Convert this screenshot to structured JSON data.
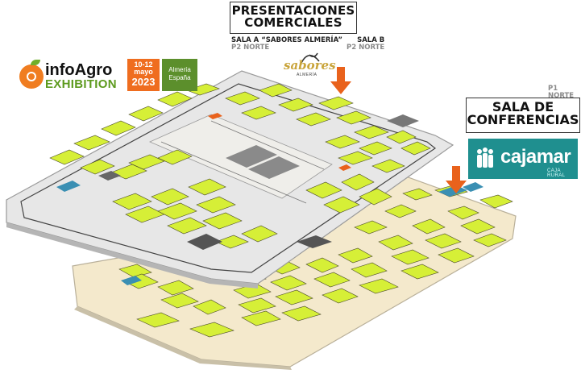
{
  "header": {
    "presentaciones_line1": "PRESENTACIONES",
    "presentaciones_line2": "COMERCIALES",
    "sala_a": "SALA A “SABORES ALMERÍA”",
    "sala_a_floor": "P2 NORTE",
    "sala_b": "SALA B",
    "sala_b_floor": "P2 NORTE",
    "p1_norte": "P1 NORTE",
    "conferencias_line1": "SALA DE",
    "conferencias_line2": "CONFERENCIAS"
  },
  "logo": {
    "name": "infoAgro",
    "sub": "EXHIBITION",
    "dates": "10-12",
    "month": "mayo",
    "year": "2023",
    "city": "Almería",
    "country": "España"
  },
  "sponsors": {
    "sabores": "sabores",
    "sabores_sub": "ALMERÍA",
    "cajamar": "cajamar",
    "cajamar_sub": "CAJA RURAL"
  },
  "colors": {
    "stand_green": "#d6ef37",
    "floor_beige": "#f4e9cc",
    "arrow_orange": "#e9621c",
    "cajamar_teal": "#1f8f8f"
  }
}
